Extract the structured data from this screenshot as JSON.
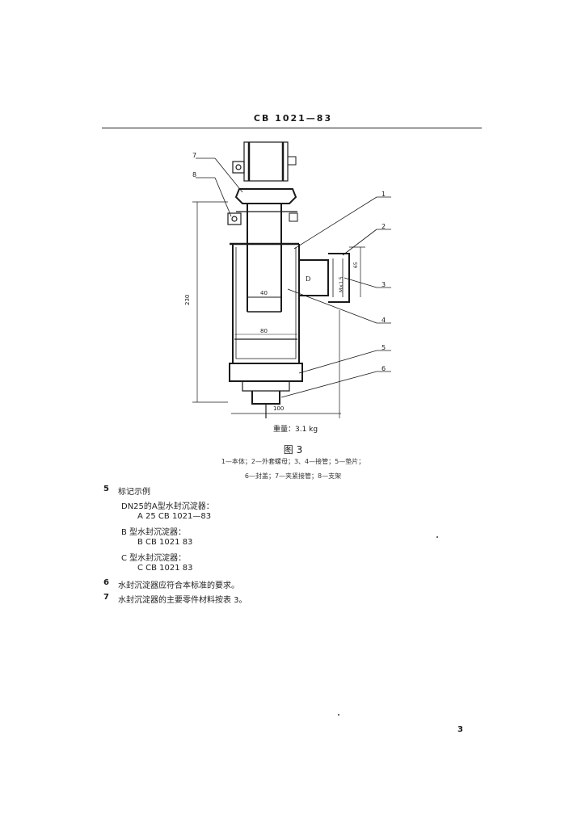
{
  "header": {
    "code": "CB 1021—83"
  },
  "figure": {
    "callouts": [
      "1",
      "2",
      "3",
      "4",
      "5",
      "6",
      "7",
      "8"
    ],
    "dims": {
      "height": "230",
      "inner_pipe": "40",
      "body_width": "80",
      "base_width": "100",
      "outlet_d": "D",
      "thread": "M×1.5",
      "side": "65"
    },
    "weight": "重量：3.1 kg"
  },
  "caption": {
    "title": "图 3",
    "legend_line1": "1—本体；2—外套螺母；3、4—接管；5—垫片；",
    "legend_line2": "6—封盖；7—夹紧接管；8—支架"
  },
  "sections": [
    {
      "num": "5",
      "text": "标记示例"
    },
    {
      "num": "6",
      "text": "水封沉淀器应符合本标准的要求。"
    },
    {
      "num": "7",
      "text": "水封沉淀器的主要零件材料按表 3。"
    }
  ],
  "examples": [
    {
      "label": "DN25的A型水封沉淀器：",
      "code": "A   25   CB  1021—83"
    },
    {
      "label": "B 型水封沉淀器：",
      "code": "B    CB   1021    83"
    },
    {
      "label": "C 型水封沉淀器：",
      "code": "C    CB   1021    83"
    }
  ],
  "page_number": "3"
}
